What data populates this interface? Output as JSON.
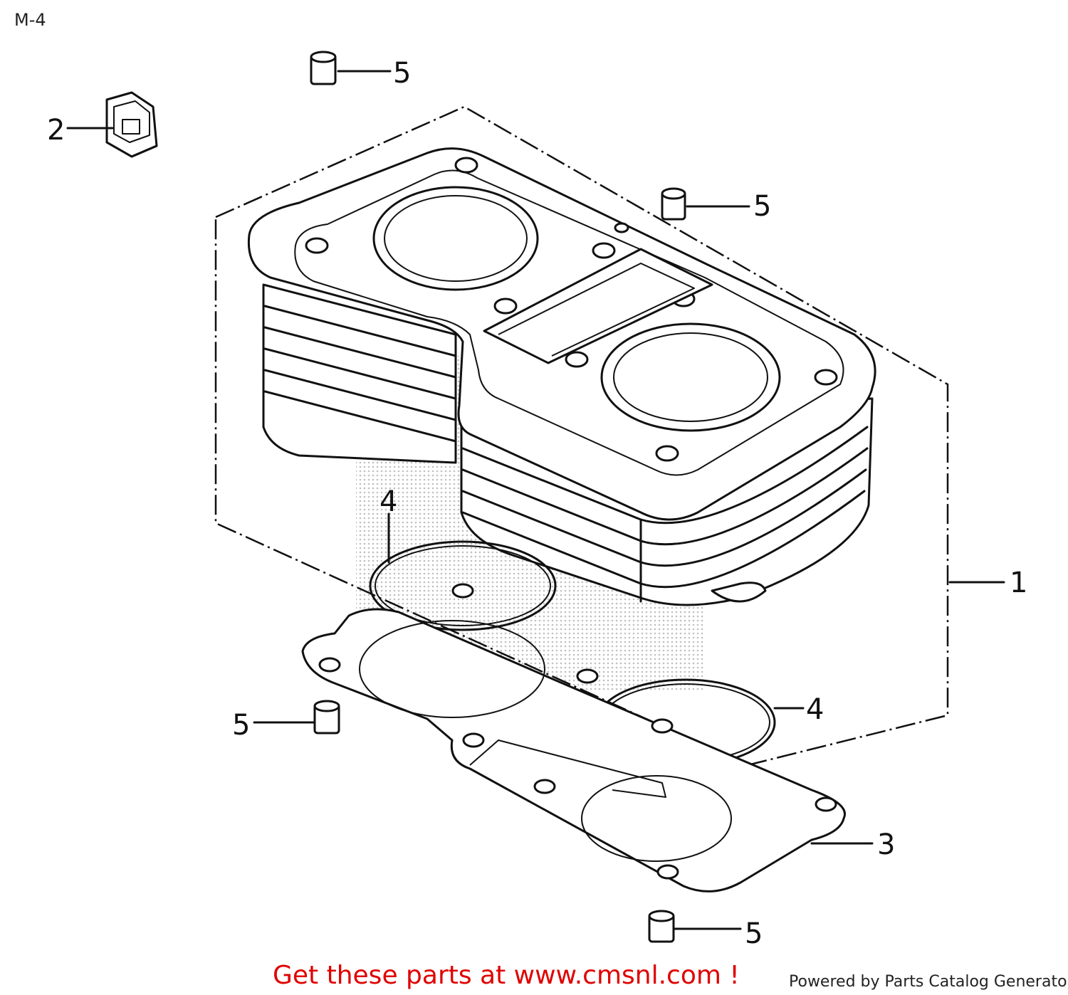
{
  "figure_code": "M-4",
  "callouts": {
    "c1": "1",
    "c2": "2",
    "c3": "3",
    "c4a": "4",
    "c4b": "4",
    "c5a": "5",
    "c5b": "5",
    "c5c": "5",
    "c5d": "5"
  },
  "footer": {
    "cta": "Get these parts at www.cmsnl.com !",
    "credit": "Powered by Parts Catalog Generator"
  },
  "colors": {
    "cta": "#e00000",
    "line": "#111111",
    "watermark": "#9a9a9a"
  }
}
